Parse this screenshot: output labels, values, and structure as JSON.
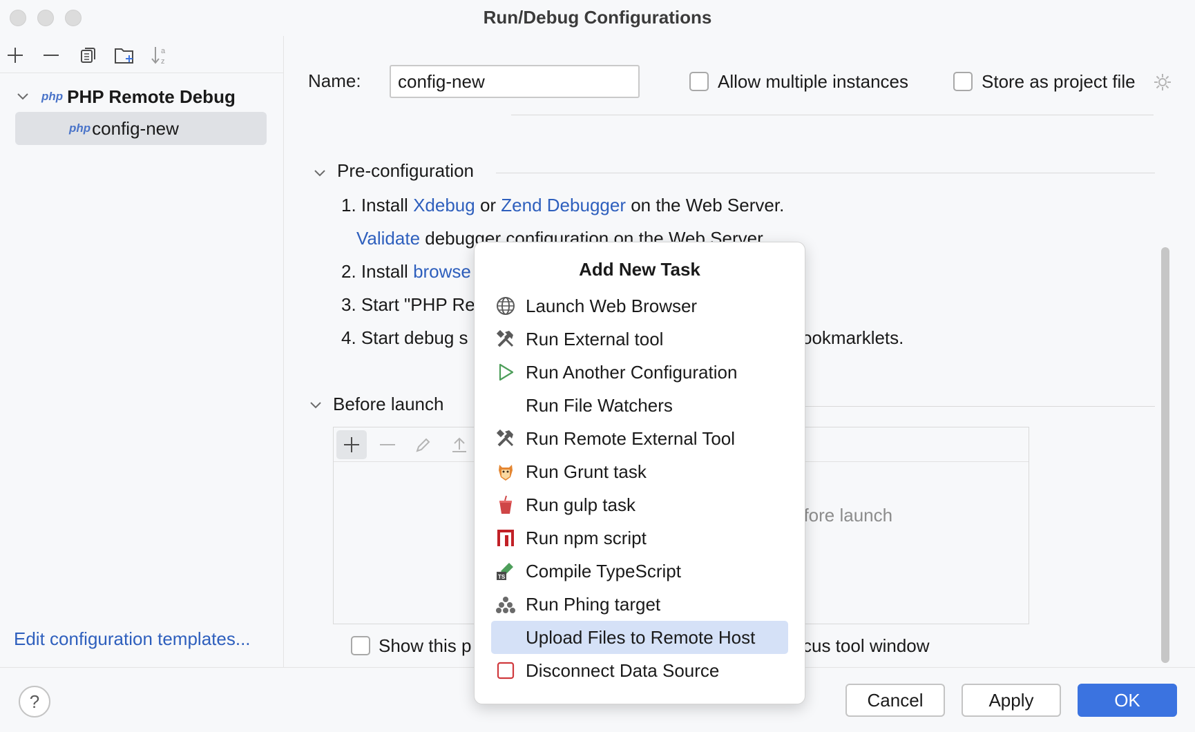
{
  "window": {
    "title": "Run/Debug Configurations"
  },
  "left_panel": {
    "toolbar_icons": [
      "add-icon",
      "remove-icon",
      "copy-icon",
      "new-folder-icon",
      "sort-icon"
    ],
    "tree": {
      "group_label": "PHP Remote Debug",
      "group_badge": "php",
      "item_label": "config-new",
      "item_badge": "php"
    },
    "edit_templates_link": "Edit configuration templates..."
  },
  "form": {
    "name_label": "Name:",
    "name_value": "config-new",
    "allow_multiple": {
      "label": "Allow multiple instances",
      "checked": false
    },
    "store_project": {
      "label": "Store as project file",
      "checked": false
    }
  },
  "preconfiguration": {
    "title": "Pre-configuration",
    "step1_prefix": "1. Install ",
    "step1_link1": "Xdebug",
    "step1_or": " or ",
    "step1_link2": "Zend Debugger",
    "step1_suffix": " on the Web Server.",
    "step1b_link": "Validate",
    "step1b_text": " debugger configuration on the Web Server.",
    "step2_prefix": "2. Install ",
    "step2_link": "browse",
    "step3_text": "3. Start \"PHP Re",
    "step4_prefix": "4. Start debug s",
    "step4_suffix": "ookmarklets."
  },
  "before_launch": {
    "title": "Before launch",
    "empty_text_visible": "efore launch",
    "toolbar_icons": [
      "add-icon",
      "remove-icon",
      "edit-icon",
      "move-up-icon"
    ]
  },
  "show_page": {
    "label_left": "Show this p",
    "label_right": "cus tool window",
    "checked": false
  },
  "buttons": {
    "help": "?",
    "cancel": "Cancel",
    "apply": "Apply",
    "ok": "OK"
  },
  "popup": {
    "title": "Add New Task",
    "items": [
      {
        "label": "Launch Web Browser",
        "icon": "globe-icon"
      },
      {
        "label": "Run External tool",
        "icon": "tools-icon"
      },
      {
        "label": "Run Another Configuration",
        "icon": "run-triangle-icon"
      },
      {
        "label": "Run File Watchers",
        "icon": ""
      },
      {
        "label": "Run Remote External Tool",
        "icon": "tools-icon"
      },
      {
        "label": "Run Grunt task",
        "icon": "grunt-icon"
      },
      {
        "label": "Run gulp task",
        "icon": "gulp-icon"
      },
      {
        "label": "Run npm script",
        "icon": "npm-icon"
      },
      {
        "label": "Compile TypeScript",
        "icon": "typescript-compile-icon"
      },
      {
        "label": "Run Phing target",
        "icon": "phing-icon"
      },
      {
        "label": "Upload Files to Remote Host",
        "icon": "",
        "selected": true
      },
      {
        "label": "Disconnect Data Source",
        "icon": "stop-square-icon"
      }
    ]
  },
  "colors": {
    "accent": "#3b73e0",
    "link": "#2e5fbd",
    "selection": "#d5e1f7",
    "tree_selection": "#dfe1e5"
  }
}
